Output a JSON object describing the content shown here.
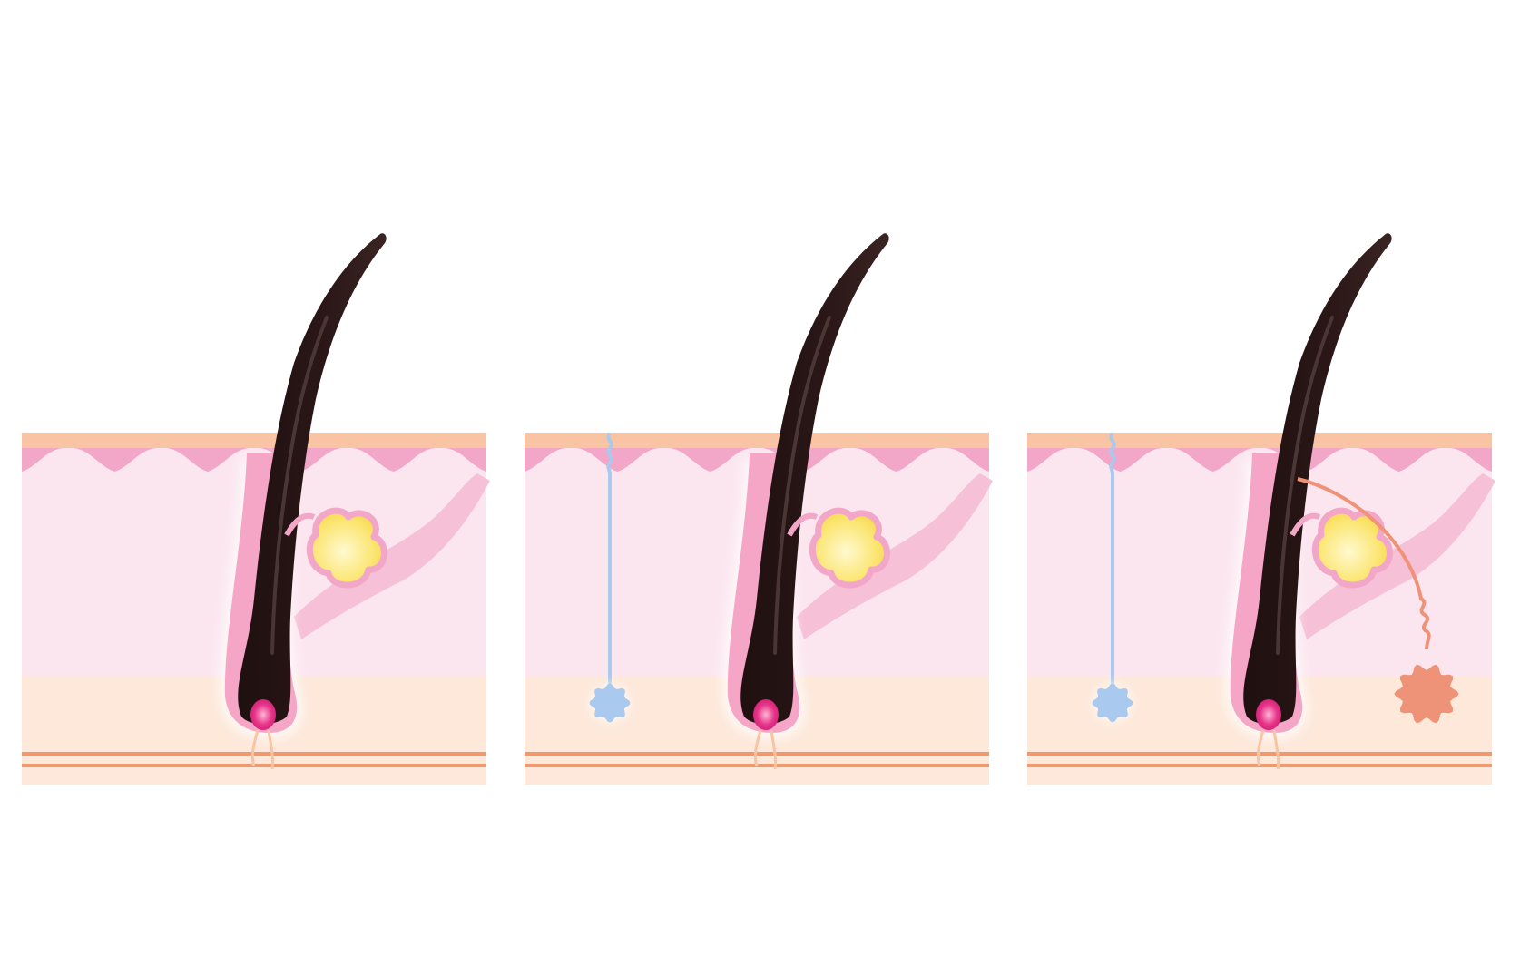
{
  "diagram": {
    "type": "skin cross-section illustration",
    "panel_count": 3,
    "panels": [
      {
        "id": "panel-1",
        "components": [
          "epidermis",
          "dermis",
          "subcutis",
          "hair-shaft",
          "hair-follicle",
          "hair-papilla",
          "sebaceous-gland",
          "arrector-pili-muscle"
        ]
      },
      {
        "id": "panel-2",
        "components": [
          "epidermis",
          "dermis",
          "subcutis",
          "hair-shaft",
          "hair-follicle",
          "hair-papilla",
          "sebaceous-gland",
          "arrector-pili-muscle",
          "eccrine-sweat-gland"
        ]
      },
      {
        "id": "panel-3",
        "components": [
          "epidermis",
          "dermis",
          "subcutis",
          "hair-shaft",
          "hair-follicle",
          "hair-papilla",
          "sebaceous-gland",
          "arrector-pili-muscle",
          "eccrine-sweat-gland",
          "apocrine-sweat-gland"
        ]
      }
    ],
    "colors": {
      "background": "#ffffff",
      "stratum_corneum": "#f8c4a4",
      "epidermis": "#f2a7c8",
      "dermis": "#fbe6ef",
      "subcutis": "#fde8da",
      "fascia_line": "#f0986e",
      "hair": "#2a1616",
      "hair_highlight": "#5a4444",
      "follicle_sheath": "#f5a6c7",
      "papilla": "#e8358a",
      "sebaceous_gland": "#fbe56f",
      "sebaceous_outline": "#f2a7c8",
      "eccrine_gland": "#a9c9ee",
      "apocrine_gland": "#ef9378",
      "muscle": "#f5b9d2"
    }
  }
}
